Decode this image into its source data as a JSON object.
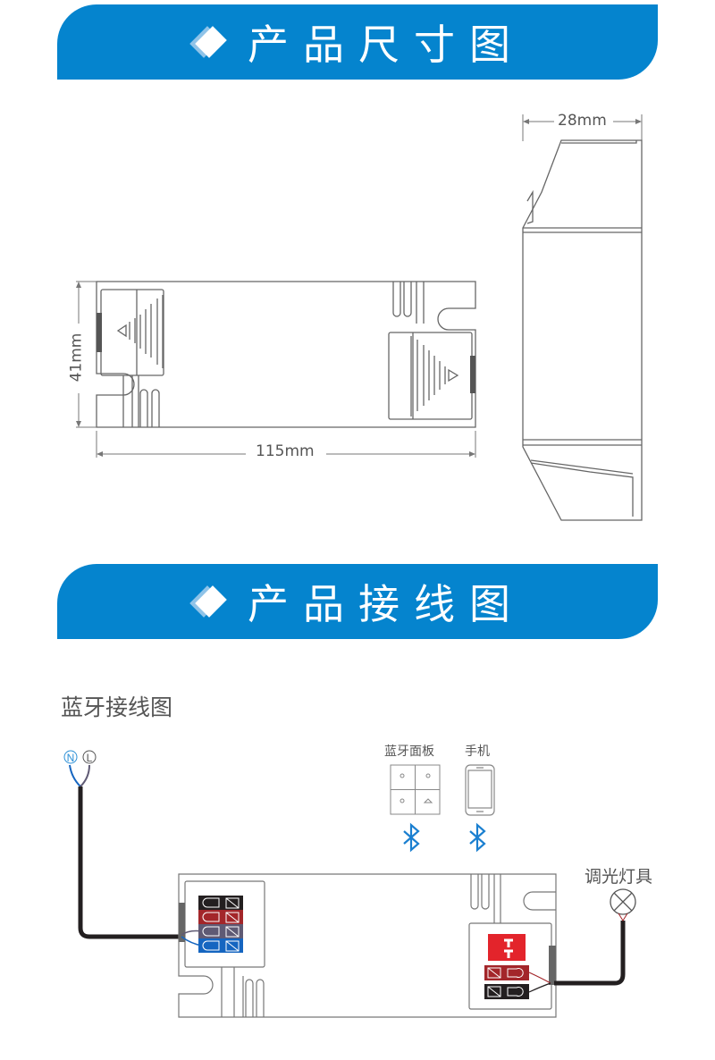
{
  "sections": [
    {
      "title": "产品尺寸图",
      "icon": "diamond-icon"
    },
    {
      "title": "产品接线图",
      "icon": "diamond-icon"
    }
  ],
  "dimensions": {
    "length": "115mm",
    "height": "41mm",
    "width": "28mm"
  },
  "wiring": {
    "subtitle": "蓝牙接线图",
    "bluetooth_panel_label": "蓝牙面板",
    "phone_label": "手机",
    "lamp_label": "调光灯具",
    "neutral": "N",
    "live": "L"
  },
  "colors": {
    "brand_blue": "#0584CE",
    "bluetooth_blue": "#1a7fd0",
    "terminal_black": "#231f20",
    "terminal_red": "#a3262a",
    "terminal_gray": "#5f5a74",
    "terminal_blue": "#1565c0",
    "switch_red": "#e3242b"
  }
}
